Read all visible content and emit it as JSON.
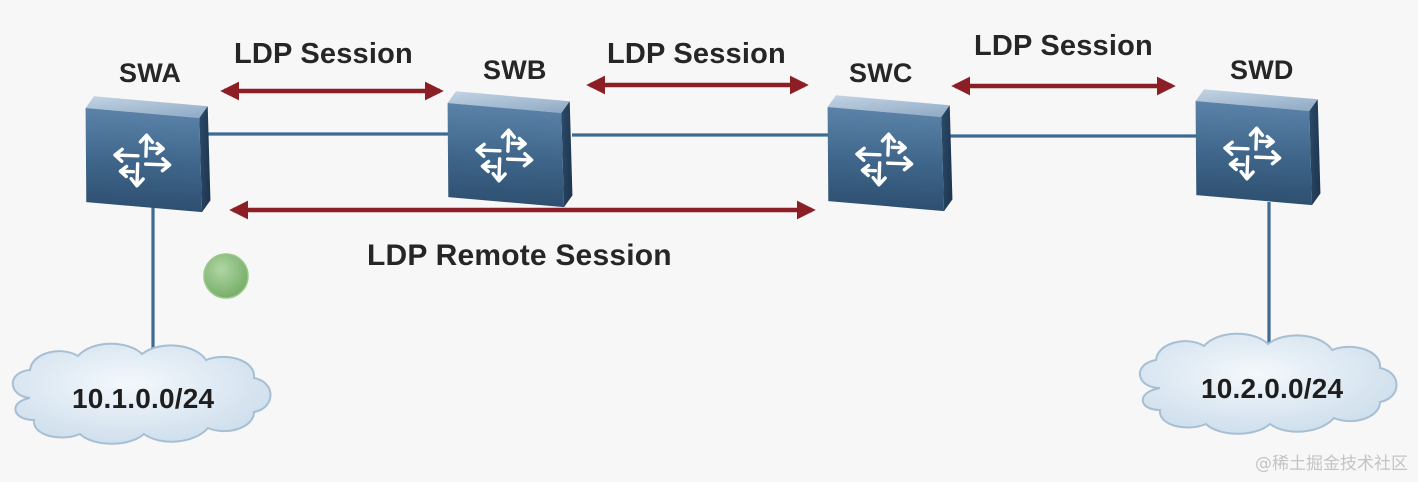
{
  "nodes": [
    {
      "id": "swa",
      "label": "SWA"
    },
    {
      "id": "swb",
      "label": "SWB"
    },
    {
      "id": "swc",
      "label": "SWC"
    },
    {
      "id": "swd",
      "label": "SWD"
    }
  ],
  "sessions": [
    {
      "label": "LDP Session"
    },
    {
      "label": "LDP Session"
    },
    {
      "label": "LDP Session"
    }
  ],
  "remote_session": {
    "label": "LDP Remote Session"
  },
  "networks": [
    {
      "label": "10.1.0.0/24"
    },
    {
      "label": "10.2.0.0/24"
    }
  ],
  "watermark": "@稀土掘金技术社区",
  "colors": {
    "background": "#f7f7f7",
    "link": "#3d6b93",
    "session_arrow": "#8c1f26",
    "switch_front": "#3e6589",
    "switch_top": "#9fb7cf",
    "switch_side": "#243f5c",
    "cloud": "#dde9f3",
    "cloud_stroke": "#a6bfd4",
    "marker": "#7cb36c"
  },
  "icons": [
    "switch-icon",
    "cloud-icon"
  ]
}
